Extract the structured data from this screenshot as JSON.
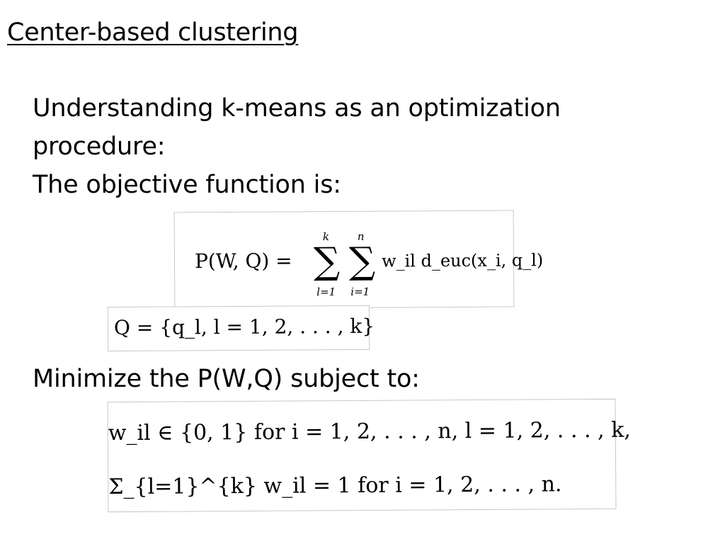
{
  "slide": {
    "title": "Center-based clustering",
    "intro_line1": "Understanding k-means as an optimization",
    "intro_line2": "procedure:",
    "intro_line3": "The objective function is:",
    "minimize_text": "Minimize the P(W,Q) subject to:"
  },
  "equations": {
    "objective_lhs": "P(W, Q) =",
    "sum1_upper": "k",
    "sum1_lower": "l=1",
    "sum2_upper": "n",
    "sum2_lower": "i=1",
    "objective_rhs": "w_il d_euc(x_i, q_l)",
    "centers": "Q = {q_l, l = 1, 2, . . . , k}",
    "constraint1": "w_il ∈ {0, 1} for i = 1, 2, . . . , n, l = 1, 2, . . . , k,",
    "constraint2": "Σ_{l=1}^{k} w_il = 1 for i = 1, 2, . . . , n."
  }
}
